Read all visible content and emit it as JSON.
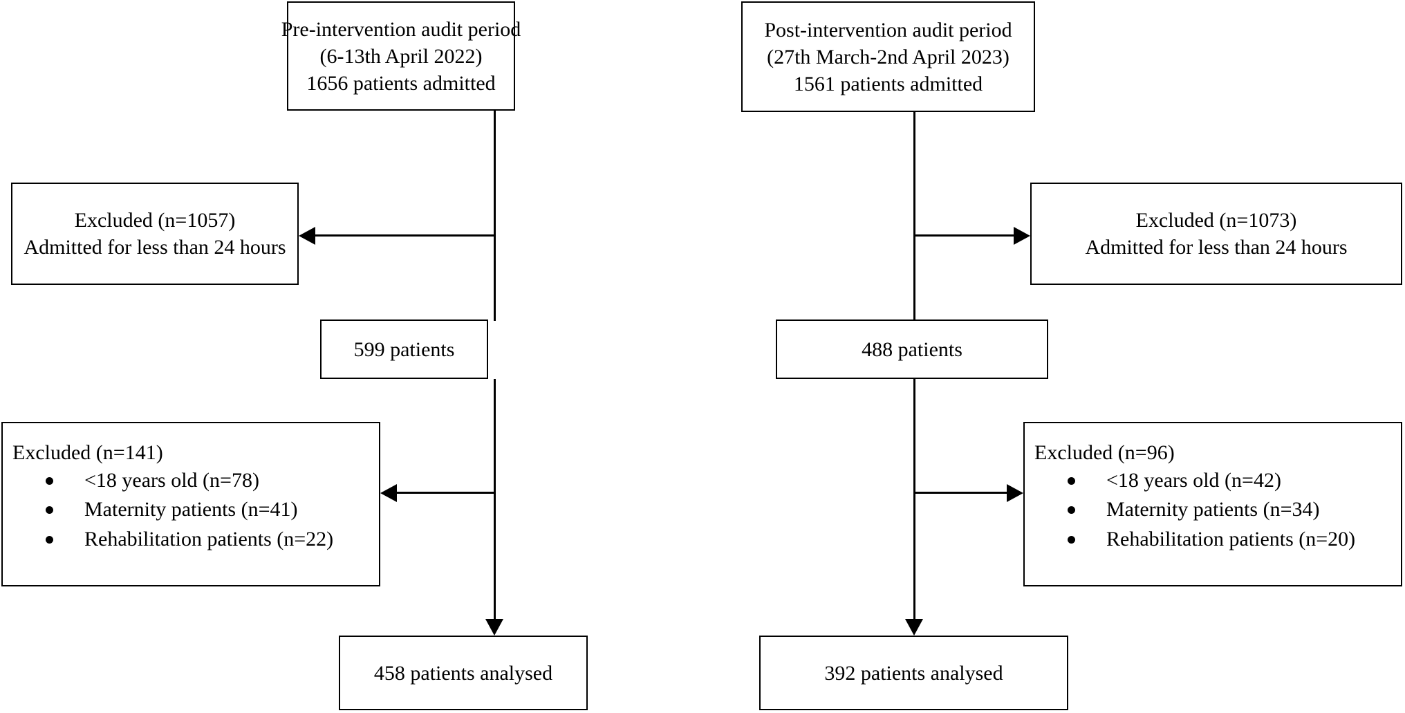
{
  "diagram": {
    "type": "patient-flow-chart",
    "title": "Pre- and post-intervention audit patient flow",
    "arms": [
      {
        "id": "pre",
        "side": "left",
        "top_box": {
          "line1": "Pre-intervention audit period",
          "line2": "(6-13th April 2022)",
          "line3": "1656 patients admitted"
        },
        "exclusion_1": {
          "line1": "Excluded (n=1057)",
          "line2": "Admitted for less than 24 hours"
        },
        "middle_box": {
          "line1": "599 patients"
        },
        "exclusion_2": {
          "heading": "Excluded (n=141)",
          "bullets": [
            "<18 years old (n=78)",
            "Maternity patients (n=41)",
            "Rehabilitation patients (n=22)"
          ]
        },
        "bottom_box": {
          "line1": "458 patients analysed"
        }
      },
      {
        "id": "post",
        "side": "right",
        "top_box": {
          "line1": "Post-intervention audit period",
          "line2": "(27th March-2nd April 2023)",
          "line3": "1561 patients admitted"
        },
        "exclusion_1": {
          "line1": "Excluded (n=1073)",
          "line2": "Admitted for less than 24 hours"
        },
        "middle_box": {
          "line1": "488 patients"
        },
        "exclusion_2": {
          "heading": "Excluded (n=96)",
          "bullets": [
            "<18 years old (n=42)",
            "Maternity patients (n=34)",
            "Rehabilitation patients (n=20)"
          ]
        },
        "bottom_box": {
          "line1": "392 patients analysed"
        }
      }
    ],
    "colors": {
      "stroke": "#000000",
      "background": "#ffffff",
      "text": "#000000"
    }
  }
}
